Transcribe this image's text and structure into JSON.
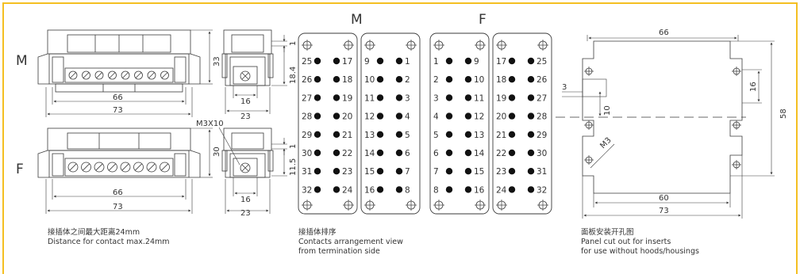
{
  "colors": {
    "frame": "#f4bf22",
    "line": "#3a3a3a",
    "dot": "#111111"
  },
  "connector": {
    "label_m": "M",
    "label_f": "F",
    "dims": {
      "m_width_inner": "66",
      "m_width_outer": "73",
      "m_height": "33",
      "f_width_inner": "66",
      "f_width_outer": "73",
      "f_height": "30"
    }
  },
  "side_view": {
    "screw": "M3X10",
    "top": {
      "d1": "1",
      "d2": "18.4",
      "d3": "16",
      "d4": "23"
    },
    "bottom": {
      "d1": "1",
      "d2": "11.5",
      "d3": "16",
      "d4": "23"
    }
  },
  "contacts": {
    "title_m": "M",
    "title_f": "F",
    "m_left": {
      "left": [
        "25",
        "26",
        "27",
        "28",
        "29",
        "30",
        "31",
        "32"
      ],
      "right": [
        "17",
        "18",
        "19",
        "20",
        "21",
        "22",
        "23",
        "24"
      ]
    },
    "m_right": {
      "left": [
        "9",
        "10",
        "11",
        "12",
        "13",
        "14",
        "15",
        "16"
      ],
      "right": [
        "1",
        "2",
        "3",
        "4",
        "5",
        "6",
        "7",
        "8"
      ]
    },
    "f_left": {
      "left": [
        "1",
        "2",
        "3",
        "4",
        "5",
        "6",
        "7",
        "8"
      ],
      "right": [
        "9",
        "10",
        "11",
        "12",
        "13",
        "14",
        "15",
        "16"
      ]
    },
    "f_right": {
      "left": [
        "17",
        "18",
        "19",
        "20",
        "21",
        "22",
        "23",
        "24"
      ],
      "right": [
        "25",
        "26",
        "27",
        "28",
        "29",
        "30",
        "31",
        "32"
      ]
    }
  },
  "panel": {
    "w_top": "66",
    "w_mid": "60",
    "w_bottom": "73",
    "h_right": "58",
    "h_small": "16",
    "left_notch": "3",
    "left_h": "10",
    "hole": "M3"
  },
  "captions": {
    "col1_cn": "接插体之间最大距离24mm",
    "col1_en": "Distance for contact max.24mm",
    "col2_cn": "接插体排序",
    "col2_en1": "Contacts arrangement view",
    "col2_en2": "from termination side",
    "col3_cn": "面板安装开孔图",
    "col3_en1": "Panel cut out for inserts",
    "col3_en2": "for use without hoods/housings"
  }
}
